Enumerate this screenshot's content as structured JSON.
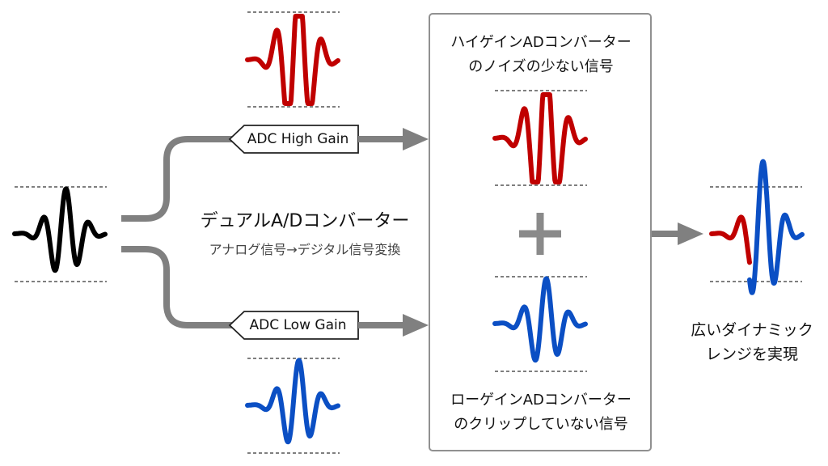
{
  "title": "デュアルA/Dコンバーター",
  "subtitle": "アナログ信号→デジタル信号変換",
  "adc_high_label": "ADC High Gain",
  "adc_low_label": "ADC Low Gain",
  "high_gain_caption": [
    "ハイゲインADコンバーター",
    "のノイズの少ない信号"
  ],
  "low_gain_caption": [
    "ローゲインADコンバーター",
    "のクリップしていない信号"
  ],
  "output_caption": [
    "広いダイナミック",
    "レンジを実現"
  ],
  "plus_symbol": "+",
  "colors": {
    "input_wave": "#000000",
    "high_gain_wave": "#c00000",
    "low_gain_wave": "#0b4fc4",
    "arrow": "#808080",
    "box_border": "#909090"
  },
  "icons": [
    "sine-wave-icon",
    "clipped-wave-icon",
    "arrow-right-icon",
    "plus-icon"
  ]
}
